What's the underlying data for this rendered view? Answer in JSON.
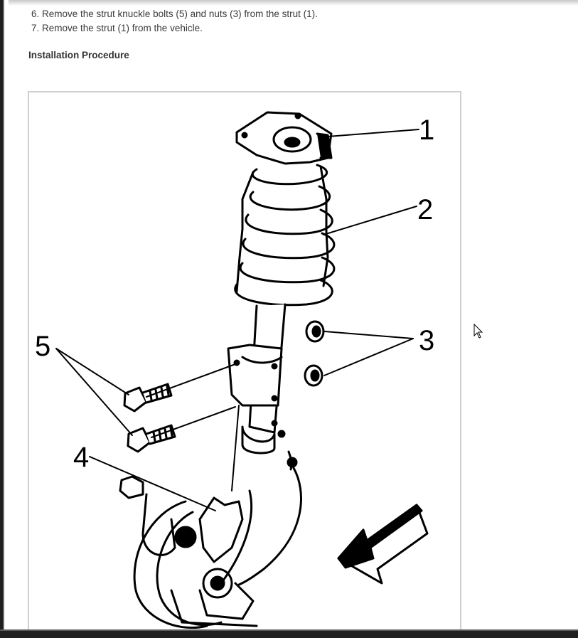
{
  "steps": [
    {
      "text": "6. Remove the strut knuckle bolts (5) and nuts (3) from the strut (1)."
    },
    {
      "text": "7. Remove the strut (1) from the vehicle."
    }
  ],
  "section_heading": "Installation Procedure",
  "figure": {
    "callouts": [
      {
        "label": "1"
      },
      {
        "label": "2"
      },
      {
        "label": "3"
      },
      {
        "label": "4"
      },
      {
        "label": "5"
      }
    ]
  },
  "icons": {
    "cursor": "mouse-pointer-icon",
    "arrow": "direction-arrow-icon"
  }
}
